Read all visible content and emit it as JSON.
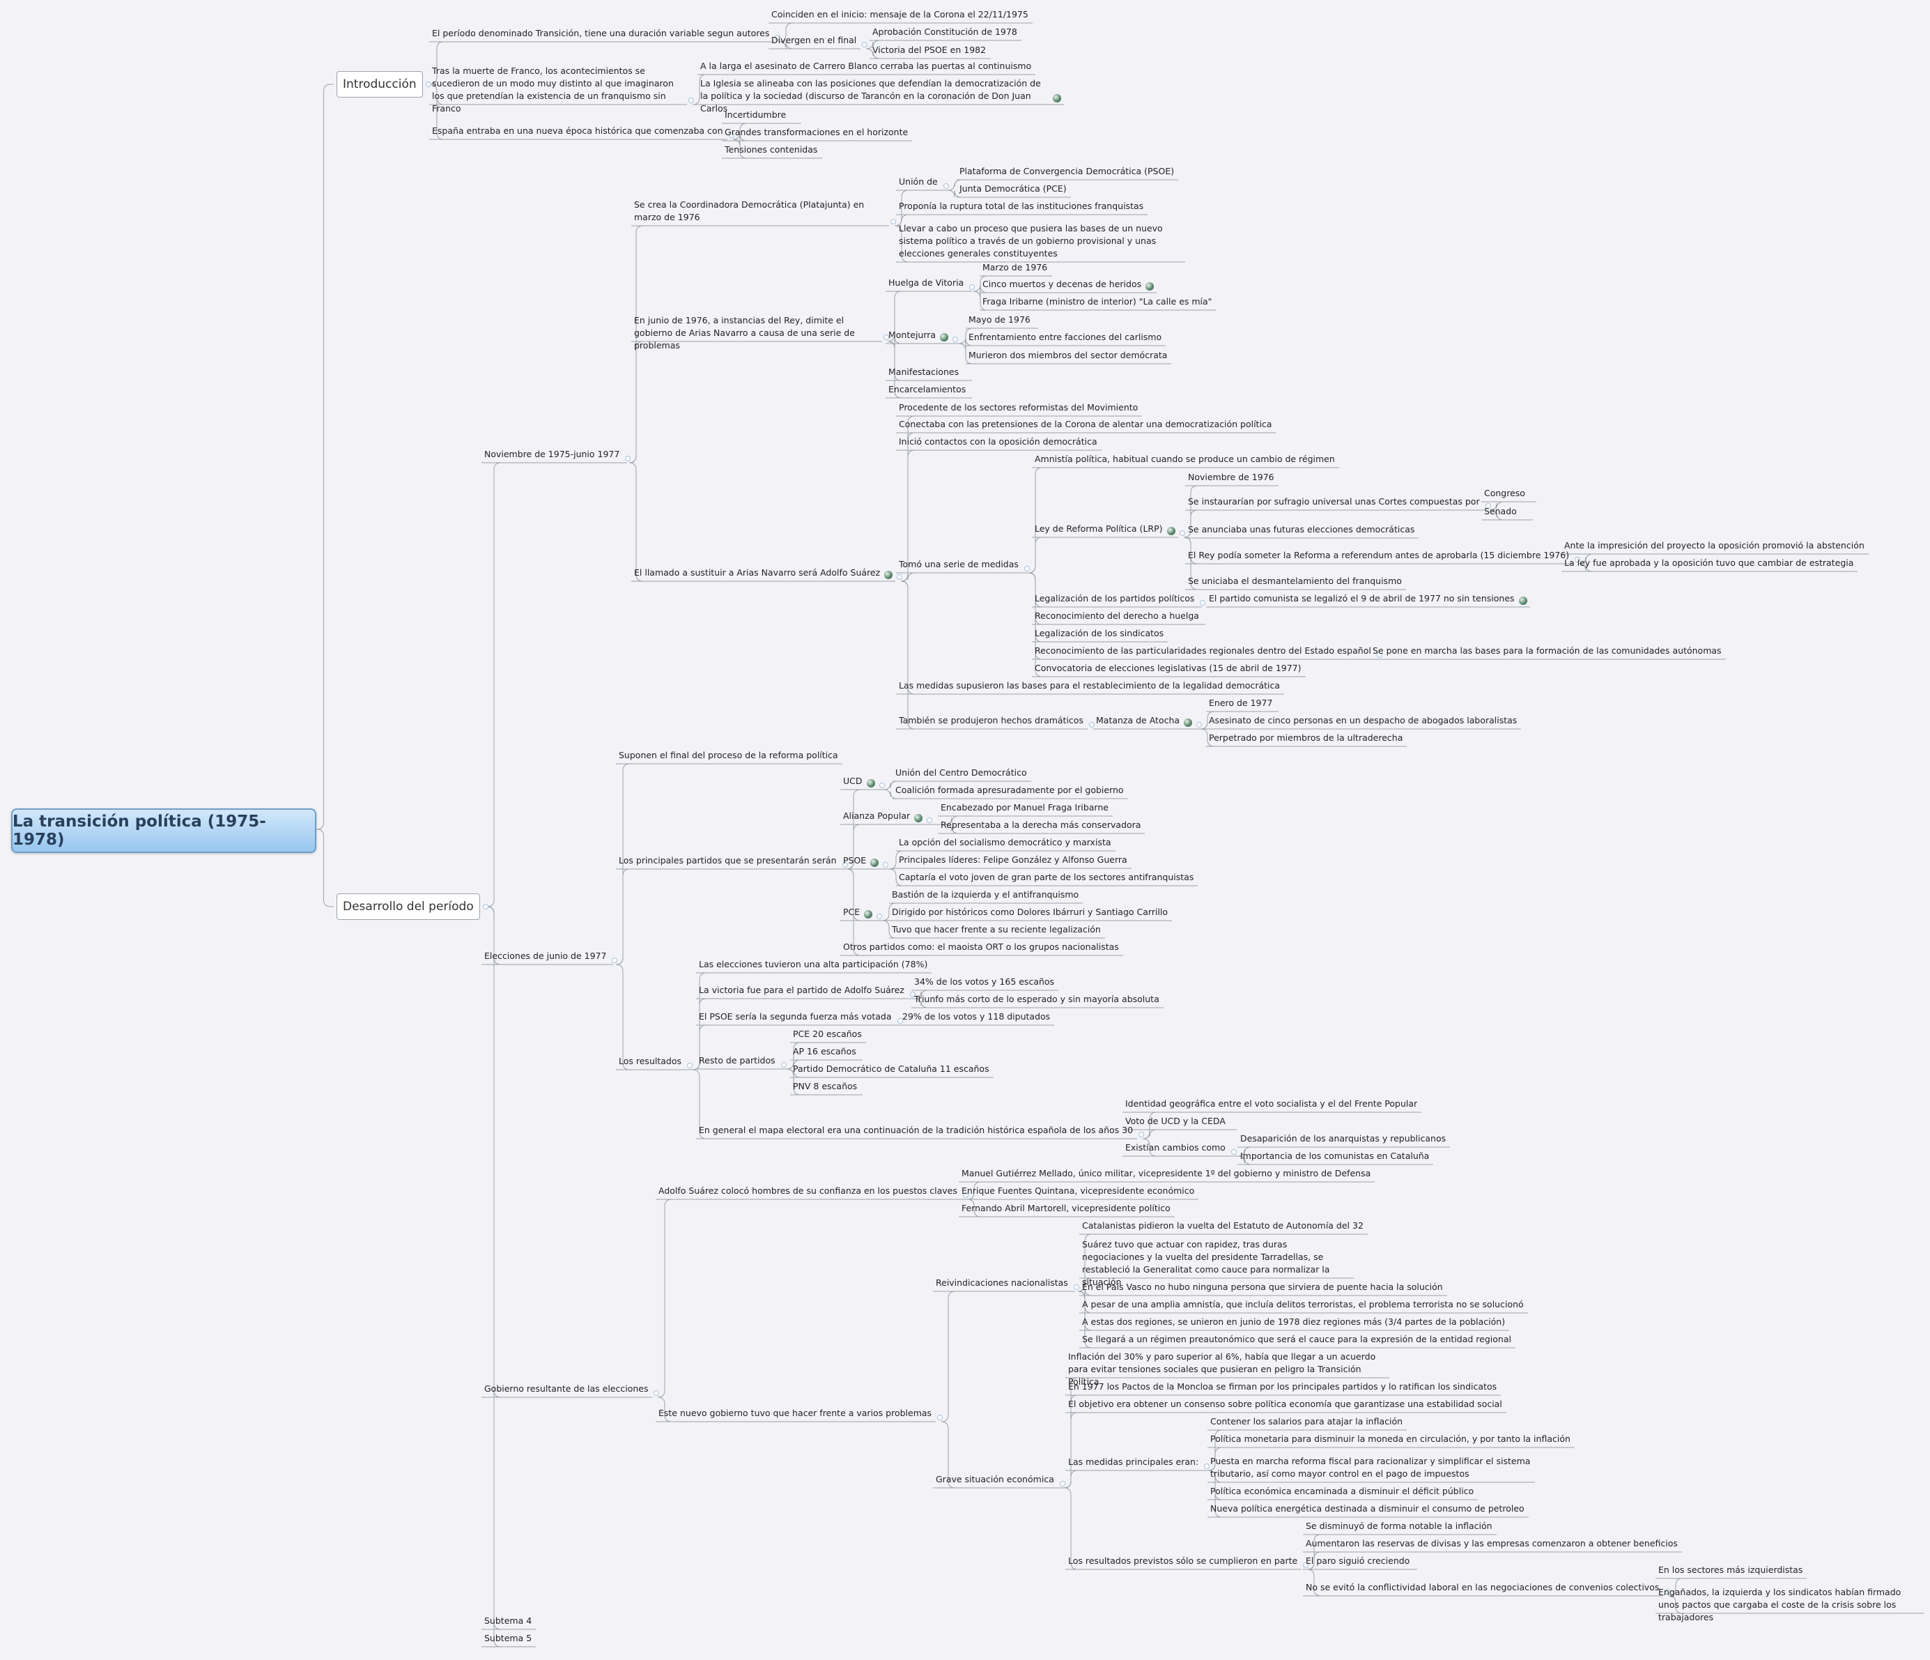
{
  "title": "La transición política (1975-1978)",
  "nodes": {
    "n_intro": "Introducción",
    "n_des": "Desarrollo del período",
    "n1": "El período denominado Transición, tiene una duración variable segun autores",
    "n1a": "Coinciden en el inicio: mensaje de la Corona el 22/11/1975",
    "n1b": "Divergen en el final",
    "n1b1": "Aprobación Constitución de 1978",
    "n1b2": "Victoria del PSOE en 1982",
    "n2": "Tras la muerte de Franco, los acontecimientos se sucedieron de un modo muy distinto al que imaginaron los que pretendían la existencia de un franquismo sin Franco",
    "n2a": "A la larga el asesinato de Carrero Blanco cerraba las puertas al continuismo",
    "n2b": "La Iglesia se alineaba con las posiciones que defendían la democratización de la política y la sociedad (discurso de Tarancón en la coronación de Don Juan Carlos",
    "n3": "España entraba en una nueva época histórica que comenzaba con",
    "n3a": "Incertidumbre",
    "n3b": "Grandes transformaciones en el horizonte",
    "n3c": "Tensiones contenidas",
    "m1": "Noviembre de 1975-junio 1977",
    "m1a": "Se crea la Coordinadora Democrática (Platajunta) en marzo de 1976",
    "m1a1": "Unión de",
    "m1a1a": "Plataforma de Convergencia Democrática (PSOE)",
    "m1a1b": "Junta Democrática (PCE)",
    "m1a2": "Proponía la ruptura total de las instituciones franquistas",
    "m1a3": "Llevar a cabo un proceso que pusiera las bases de un nuevo sistema político a través de un gobierno provisional y unas elecciones generales constituyentes",
    "m1b": "En junio de 1976, a instancias del Rey, dimite el gobierno de Arias Navarro a causa de una serie de problemas",
    "m1b1": "Huelga de Vitoria",
    "m1b1a": "Marzo de 1976",
    "m1b1b": "Cinco muertos y decenas de heridos",
    "m1b1c": "Fraga Iribarne (ministro de interior) \"La calle es mía\"",
    "m1b2": "Montejurra",
    "m1b2a": "Mayo de 1976",
    "m1b2b": "Enfrentamiento entre facciones del carlismo",
    "m1b2c": "Murieron dos miembros del sector demócrata",
    "m1b3": "Manifestaciones",
    "m1b4": "Encarcelamientos",
    "m1c": "El llamado a sustituir a Arias Navarro será Adolfo Suárez",
    "m1c1": "Procedente de los sectores reformistas del Movimiento",
    "m1c2": "Conectaba con las pretensiones de la Corona de alentar una democratización política",
    "m1c3": "Inició contactos con la oposición democrática",
    "m1c4": "Tomó una serie de medidas",
    "m1c4a": "Amnistía política, habitual cuando se produce un cambio de régimen",
    "m1c4b": "Ley de Reforma Política (LRP)",
    "m1c4b1": "Noviembre de 1976",
    "m1c4b2": "Se instaurarían por sufragio universal unas Cortes compuestas por",
    "m1c4b2a": "Congreso",
    "m1c4b2b": "Senado",
    "m1c4b3": "Se anunciaba unas futuras elecciones democráticas",
    "m1c4b4": "El Rey podía someter la Reforma a referendum antes de aprobarla (15 diciembre 1976)",
    "m1c4b4a": "Ante la impresición del proyecto la oposición promovió la abstención",
    "m1c4b4b": "La ley fue aprobada y la oposición tuvo que cambiar de estrategia",
    "m1c4b5": "Se uniciaba el desmantelamiento del franquismo",
    "m1c4c": "Legalización de los partidos políticos",
    "m1c4c1": "El partido comunista se legalizó el 9 de abril de 1977 no sin tensiones",
    "m1c4d": "Reconocimiento del derecho a huelga",
    "m1c4e": "Legalización de los sindicatos",
    "m1c4f": "Reconocimiento de las particularidades regionales dentro del Estado español",
    "m1c4f1": "Se pone en marcha las bases para la formación de las comunidades autónomas",
    "m1c4g": "Convocatoria de elecciones legislativas (15 de abril de 1977)",
    "m1c5": "Las medidas supusieron las bases para el restablecimiento de la legalidad democrática",
    "m1c6": "También se produjeron hechos dramáticos",
    "m1c6a": "Matanza de Atocha",
    "m1c6a1": "Enero de 1977",
    "m1c6a2": "Asesinato de cinco personas en un despacho de abogados laboralistas",
    "m1c6a3": "Perpetrado por miembros de la ultraderecha",
    "m2": "Elecciones de junio de 1977",
    "m2a": "Suponen el final del proceso de la reforma política",
    "m2b": "Los principales partidos que se presentarán serán",
    "m2b1": "UCD",
    "m2b1a": "Unión del Centro Democrático",
    "m2b1b": "Coalición formada apresuradamente por el gobierno",
    "m2b2": "Alianza Popular",
    "m2b2a": "Encabezado por Manuel Fraga Iribarne",
    "m2b2b": "Representaba a la derecha más conservadora",
    "m2b3": "PSOE",
    "m2b3a": "La opción del socialismo democrático y marxista",
    "m2b3b": "Principales líderes: Felipe González y Alfonso Guerra",
    "m2b3c": "Captaría el voto joven de gran parte de los sectores antifranquistas",
    "m2b4": "PCE",
    "m2b4a": "Bastión de la izquierda y el antifranquismo",
    "m2b4b": "Dirigido por históricos como Dolores Ibárruri y Santiago Carrillo",
    "m2b4c": "Tuvo que hacer frente a su reciente legalización",
    "m2b5": "Otros partidos como: el maoista ORT o los grupos nacionalistas",
    "m2c": "Los resultados",
    "m2c1": "Las elecciones tuvieron una alta participación (78%)",
    "m2c2": "La victoria fue para el partido de Adolfo Suárez",
    "m2c2a": "34% de los votos y 165 escaños",
    "m2c2b": "Triunfo más corto de lo esperado y sin mayoría absoluta",
    "m2c3": "El  PSOE sería la segunda fuerza más votada",
    "m2c3a": "29% de los votos y 118 diputados",
    "m2c4": "Resto de partidos",
    "m2c4a": "PCE 20 escaños",
    "m2c4b": "AP 16 escaños",
    "m2c4c": "Partido Democrático de Cataluña 11 escaños",
    "m2c4d": "PNV 8 escaños",
    "m2c5": "En general el mapa electoral era una continuación de la tradición histórica española de los años 30",
    "m2c5a": "Identidad geográfica entre el voto socialista y el del Frente Popular",
    "m2c5b": "Voto de UCD y la CEDA",
    "m2c5c": "Existían cambios como",
    "m2c5c1": "Desaparición de los anarquistas y republicanos",
    "m2c5c2": "Importancia de los comunistas en Cataluña",
    "m3": "Gobierno resultante de las elecciones",
    "m3a": "Adolfo Suárez colocó hombres de su confianza en los puestos claves",
    "m3a1": "Manuel Gutiérrez Mellado, único militar, vicepresidente 1º del gobierno y ministro de Defensa",
    "m3a2": "Enrique Fuentes Quintana, vicepresidente económico",
    "m3a3": "Fernando Abril Martorell, vicepresidente político",
    "m3b": "Este nuevo gobierno tuvo que hacer frente a varios problemas",
    "m3b1": "Reivindicaciones nacionalistas",
    "m3b1a": "Catalanistas pidieron la vuelta del Estatuto de Autonomía del 32",
    "m3b1b": "Suárez tuvo que actuar con rapidez, tras duras negociaciones y la vuelta del presidente Tarradellas, se restableció la Generalitat como cauce para normalizar la situación",
    "m3b1c": "En el País Vasco no hubo ninguna persona que sirviera de puente hacia la solución",
    "m3b1d": "A pesar de una amplia amnistía, que incluía delitos terroristas, el problema terrorista no se solucionó",
    "m3b1e": "A estas dos regiones, se unieron en junio de 1978 diez regiones más (3/4 partes de la población)",
    "m3b1f": "Se llegará a un régimen preautonómico que será el cauce para la expresión de la entidad regional",
    "m3b2": "Grave situación económica",
    "m3b2a": "Inflación del 30% y paro superior al 6%, había que llegar a un acuerdo para evitar tensiones sociales que pusieran en peligro la Transición Política",
    "m3b2b": "En 1977 los Pactos de la Moncloa se firman por los principales partidos y lo ratifican los sindicatos",
    "m3b2c": "El objetivo era obtener un consenso sobre política economía que garantizase una estabilidad social",
    "m3b2d": "Las medidas principales eran:",
    "m3b2d1": "Contener los salarios para atajar la inflación",
    "m3b2d2": "Política monetaria para disminuir la moneda en circulación, y por tanto la inflación",
    "m3b2d3": "Puesta en marcha reforma fiscal para racionalizar y simplificar el sistema tributario, así como mayor control en el pago de impuestos",
    "m3b2d4": "Política económica encaminada a disminuir el déficit público",
    "m3b2d5": "Nueva política energética destinada a disminuir el consumo de petroleo",
    "m3b2e": "Los resultados previstos sólo se cumplieron en parte",
    "m3b2e1": "Se disminuyó de forma notable la inflación",
    "m3b2e2": "Aumentaron las reservas de divisas y las empresas comenzaron a obtener beneficios",
    "m3b2e3": "El paro siguió creciendo",
    "m3b2e4": "No se evitó la conflictividad laboral en las negociaciones de convenios colectivos",
    "m3b2e4a": "En los sectores más izquierdistas",
    "m3b2e4b": "Engañados, la izquierda y los sindicatos habían firmado unos pactos que cargaba el coste de la crisis sobre los trabajadores",
    "m4": "Subtema 4",
    "m5": "Subtema 5"
  },
  "colors": {
    "background": "#f3f3f7",
    "line": "#9aa1aa",
    "root_fill": "#b8d9f6",
    "root_text": "#2a3f5c",
    "marker": "#5d8a70"
  },
  "icons": [
    "globe-marker-icon",
    "expand-toggle-icon"
  ]
}
